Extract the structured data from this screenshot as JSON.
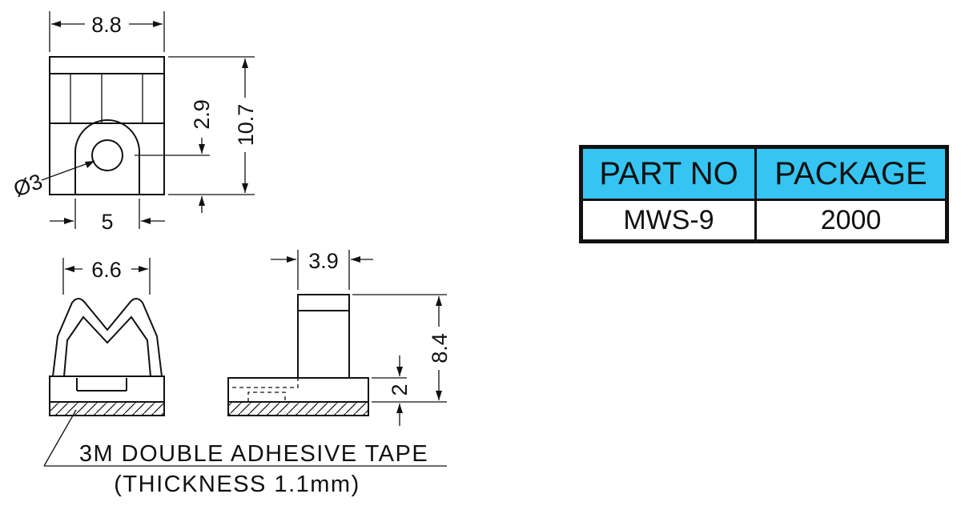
{
  "front_view": {
    "width": "8.8",
    "height": "10.7",
    "hole_offset": "2.9",
    "hole_diameter": "Ø3",
    "slot_width": "5"
  },
  "end_view": {
    "width": "6.6"
  },
  "side_view": {
    "width": "3.9",
    "height": "8.4",
    "base_height": "2"
  },
  "tape_note": {
    "line1": "3M DOUBLE ADHESIVE TAPE",
    "line2": "(THICKNESS 1.1mm)"
  },
  "table": {
    "headers": [
      "PART NO",
      "PACKAGE"
    ],
    "rows": [
      [
        "MWS-9",
        "2000"
      ]
    ],
    "header_color": "#36c5f2"
  }
}
